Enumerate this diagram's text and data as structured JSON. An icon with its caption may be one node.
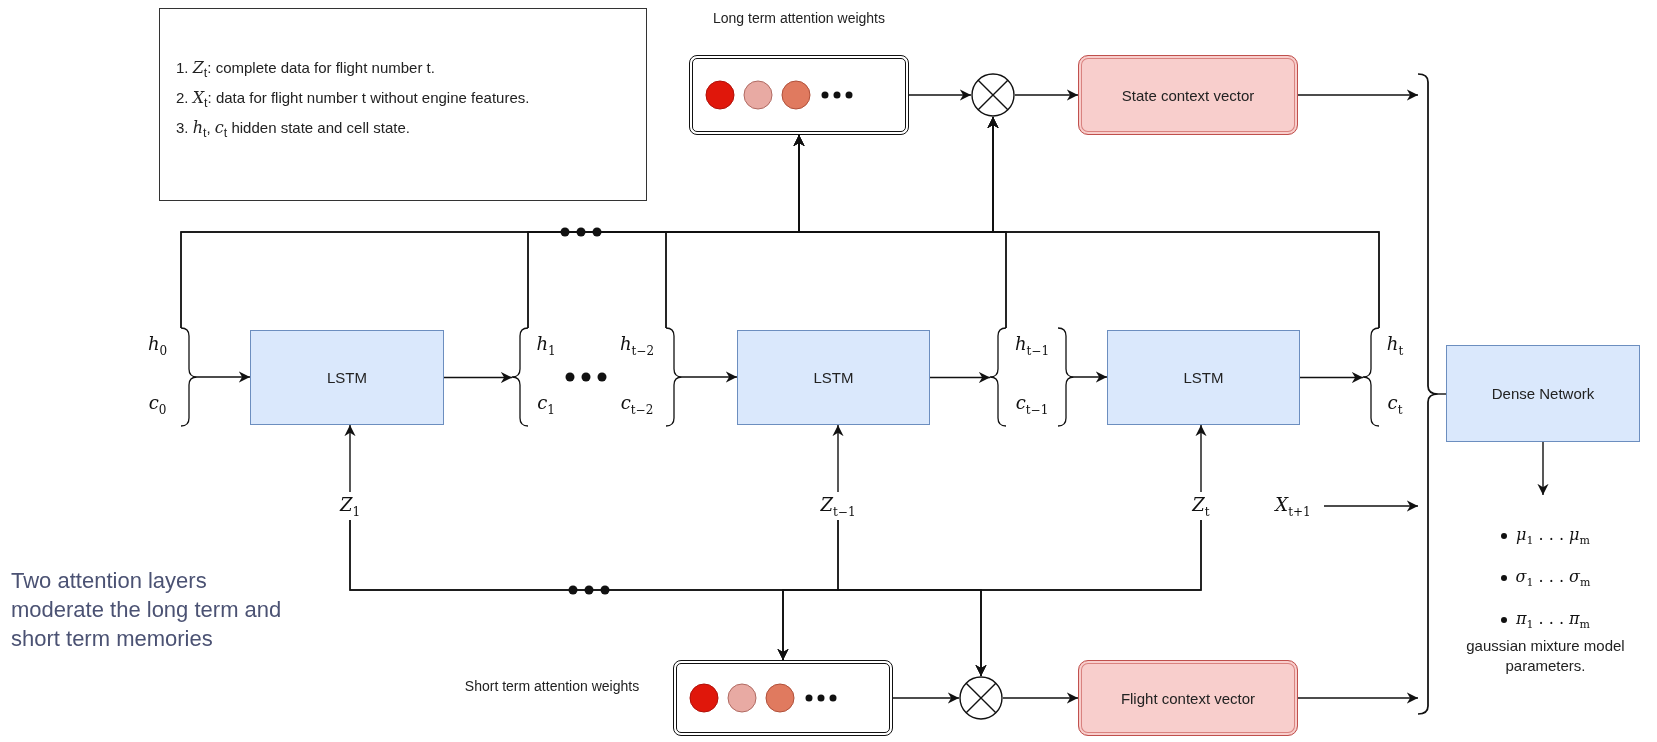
{
  "diagram": {
    "nodes": [
      {
        "text": [
          "1. *Z*$_{t}$: complete data for flight number t.",
          "2. *X*$_{t}$: data for flight number t without engine features.",
          "3. *h*$_{t}$, *c*$_{t}$ hidden state and cell state."
        ]
      },
      {
        "text": [
          "Long term attention weights"
        ]
      },
      {
        "text": [],
        "shape": "circle"
      },
      {
        "text": [
          "State context vector"
        ]
      },
      {
        "text": [
          "*h*$_{0}$",
          "*c*$_{0}$"
        ]
      },
      {
        "text": [
          "LSTM"
        ]
      },
      {
        "text": [
          "*h*$_{1}$",
          "*c*$_{1}$"
        ]
      },
      {
        "text": [
          "*h*$_{t−2}$",
          "*c*$_{t−2}$"
        ]
      },
      {
        "text": [
          "LSTM"
        ]
      },
      {
        "text": [
          "*h*$_{t−1}$",
          "*c*$_{t−1}$"
        ]
      },
      {
        "text": [
          "LSTM"
        ]
      },
      {
        "text": [
          "*h*$_{t}$",
          "*c*$_{t}$"
        ]
      },
      {
        "text": [
          "Dense Network"
        ]
      },
      {
        "text": [
          "*Z*$_{1}$"
        ]
      },
      {
        "text": [
          "*Z*$_{t−1}$"
        ]
      },
      {
        "text": [
          "*Z*$_{t}$"
        ]
      },
      {
        "text": [
          "*X*$_{t+1}$"
        ]
      },
      {
        "text": [
          "Short term attention weights"
        ]
      },
      {
        "text": [],
        "shape": "circle"
      },
      {
        "text": [
          "Flight context vector"
        ]
      },
      {
        "text": [
          "*μ*$_{1}$ . . . *μ*$_{m}$",
          "*σ*$_{1}$ . . . *σ*$_{m}$",
          "*π*$_{1}$ . . . *π*$_{m}$",
          "gaussian mixture model parameters."
        ]
      },
      {
        "text": [],
        "shape": "brace"
      }
    ],
    "edges": [
      {
        "from": 1,
        "to": 2,
        "arrow": "to"
      },
      {
        "from": 2,
        "to": 3,
        "arrow": "to"
      },
      {
        "from": 3,
        "to": 21,
        "arrow": "to"
      },
      {
        "from": 4,
        "to": 5,
        "arrow": "to"
      },
      {
        "from": 5,
        "to": 6,
        "arrow": "to"
      },
      {
        "from": 7,
        "to": 8,
        "arrow": "to"
      },
      {
        "from": 8,
        "to": 9,
        "arrow": "to"
      },
      {
        "from": 9,
        "to": 10,
        "arrow": "to"
      },
      {
        "from": 10,
        "to": 11,
        "arrow": "to"
      },
      {
        "from": 4,
        "to": 1,
        "arrow": "to"
      },
      {
        "from": 4,
        "to": 2,
        "arrow": "to"
      },
      {
        "from": 6,
        "to": 1,
        "arrow": "to"
      },
      {
        "from": 6,
        "to": 2,
        "arrow": "to"
      },
      {
        "from": 7,
        "to": 1,
        "arrow": "to"
      },
      {
        "from": 7,
        "to": 2,
        "arrow": "to"
      },
      {
        "from": 9,
        "to": 1,
        "arrow": "to"
      },
      {
        "from": 9,
        "to": 2,
        "arrow": "to"
      },
      {
        "from": 11,
        "to": 1,
        "arrow": "to"
      },
      {
        "from": 11,
        "to": 2,
        "arrow": "to"
      },
      {
        "from": 13,
        "to": 5,
        "arrow": "to"
      },
      {
        "from": 14,
        "to": 8,
        "arrow": "to"
      },
      {
        "from": 15,
        "to": 10,
        "arrow": "to"
      },
      {
        "from": 13,
        "to": 17,
        "arrow": "to"
      },
      {
        "from": 13,
        "to": 18,
        "arrow": "to"
      },
      {
        "from": 14,
        "to": 17,
        "arrow": "to"
      },
      {
        "from": 14,
        "to": 18,
        "arrow": "to"
      },
      {
        "from": 15,
        "to": 17,
        "arrow": "to"
      },
      {
        "from": 15,
        "to": 18,
        "arrow": "to"
      },
      {
        "from": 16,
        "to": 21,
        "arrow": "to"
      },
      {
        "from": 17,
        "to": 18,
        "arrow": "to"
      },
      {
        "from": 18,
        "to": 19,
        "arrow": "to"
      },
      {
        "from": 19,
        "to": 21,
        "arrow": "to"
      },
      {
        "from": 21,
        "to": 12,
        "arrow": "none"
      },
      {
        "from": 12,
        "to": 20,
        "arrow": "to"
      }
    ],
    "labels": [
      "Two attention layers moderate the long term and short term memories"
    ]
  }
}
